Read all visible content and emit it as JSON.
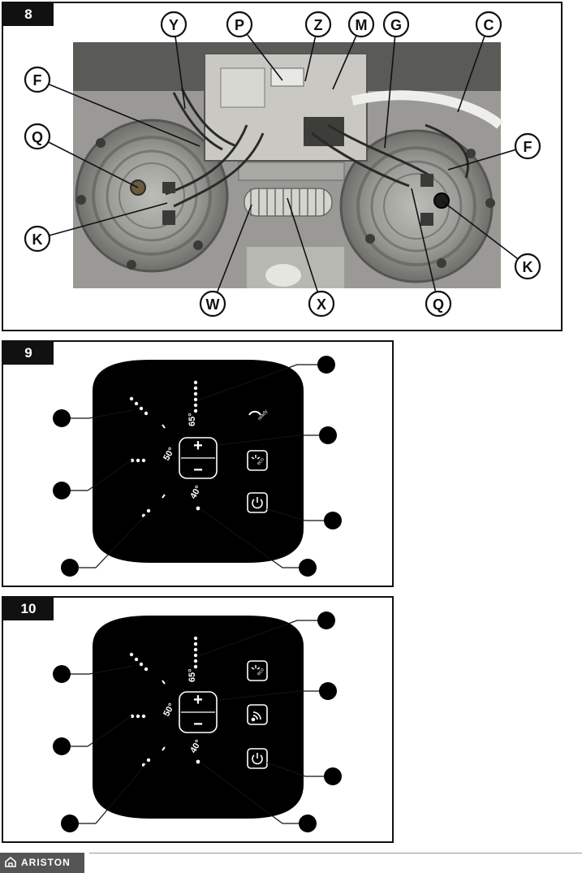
{
  "figures": {
    "fig8": {
      "number": "8",
      "callouts": {
        "Y": "Y",
        "P": "P",
        "Z": "Z",
        "M": "M",
        "G": "G",
        "C": "C",
        "F_left": "F",
        "Q_left": "Q",
        "K_left": "K",
        "F_right": "F",
        "K_right": "K",
        "W": "W",
        "X": "X",
        "Q_bottom": "Q"
      }
    },
    "fig9": {
      "number": "9",
      "temps": {
        "t65": "65°",
        "t50": "50°",
        "t40": "40°"
      },
      "buttons": {
        "plus": "+",
        "minus": "−",
        "ready_label": "ready",
        "eco_label": "eco"
      }
    },
    "fig10": {
      "number": "10",
      "temps": {
        "t65": "65°",
        "t50": "50°",
        "t40": "40°"
      },
      "buttons": {
        "plus": "+",
        "minus": "−",
        "eco_label": "eco"
      }
    }
  },
  "footer": {
    "brand": "ARISTON"
  },
  "icons": [
    "ready-icon",
    "eco-icon",
    "wifi-icon",
    "power-icon",
    "ariston-logo-icon"
  ],
  "colors": {
    "panel_black": "#000000",
    "photo_gray": "#8a8a86",
    "accent": "#111111"
  }
}
